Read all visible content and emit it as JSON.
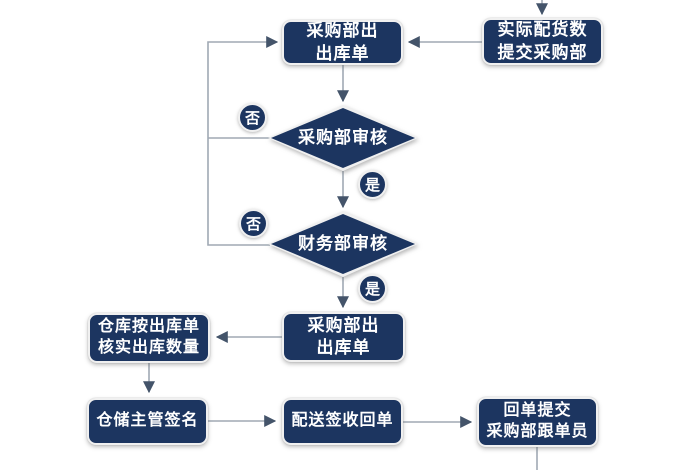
{
  "colors": {
    "node_fill": "#1c3560",
    "node_text": "#ffffff",
    "line_color": "#a0a9b4",
    "arrow_color": "#44546a",
    "background": "#ffffff"
  },
  "flowchart": {
    "nodes": {
      "actual_delivery": {
        "label": "实际配货数\n提交采购部"
      },
      "purchase_issue_top": {
        "label": "采购部出\n出库单"
      },
      "purchase_review": {
        "label": "采购部审核"
      },
      "finance_review": {
        "label": "财务部审核"
      },
      "purchase_issue_bottom": {
        "label": "采购部出\n出库单"
      },
      "warehouse_verify": {
        "label": "仓库按出库单\n核实出库数量"
      },
      "warehouse_manager_sign": {
        "label": "仓储主管签名"
      },
      "delivery_sign_receipt": {
        "label": "配送签收回单"
      },
      "receipt_submit": {
        "label": "回单提交\n采购部跟单员"
      }
    },
    "edge_labels": {
      "purchase_review_no": "否",
      "purchase_review_yes": "是",
      "finance_review_no": "否",
      "finance_review_yes": "是"
    }
  }
}
